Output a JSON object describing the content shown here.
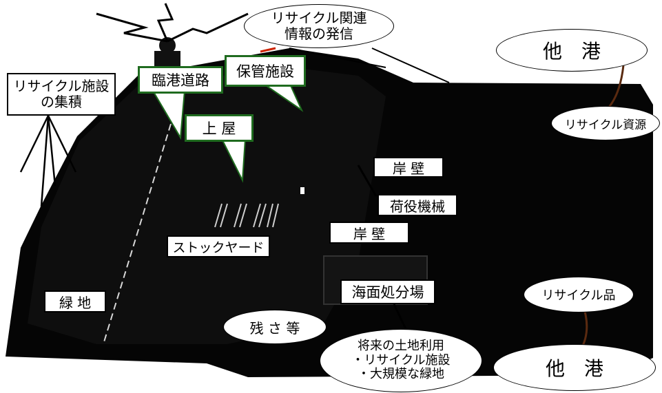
{
  "labels": {
    "recycle_info": [
      "リサイクル関連",
      "情報の発信"
    ],
    "other_port_top": "他　港",
    "other_port_bottom": "他　港",
    "recycle_facility_cluster": [
      "リサイクル施設",
      "の集積"
    ],
    "port_road": "臨港道路",
    "storage_facility": "保管施設",
    "shed": "上 屋",
    "recycle_resources": "リサイクル資源",
    "quay_upper": "岸 壁",
    "cargo_machinery": "荷役機械",
    "quay_lower": "岸 壁",
    "stockyard": "ストックヤード",
    "green_space": "緑 地",
    "sea_disposal_site": "海面処分場",
    "recycled_products": "リサイクル品",
    "residue": "残 さ 等",
    "future_land_use": [
      "将来の土地利用",
      "・リサイクル施設",
      "・大規模な緑地"
    ]
  }
}
